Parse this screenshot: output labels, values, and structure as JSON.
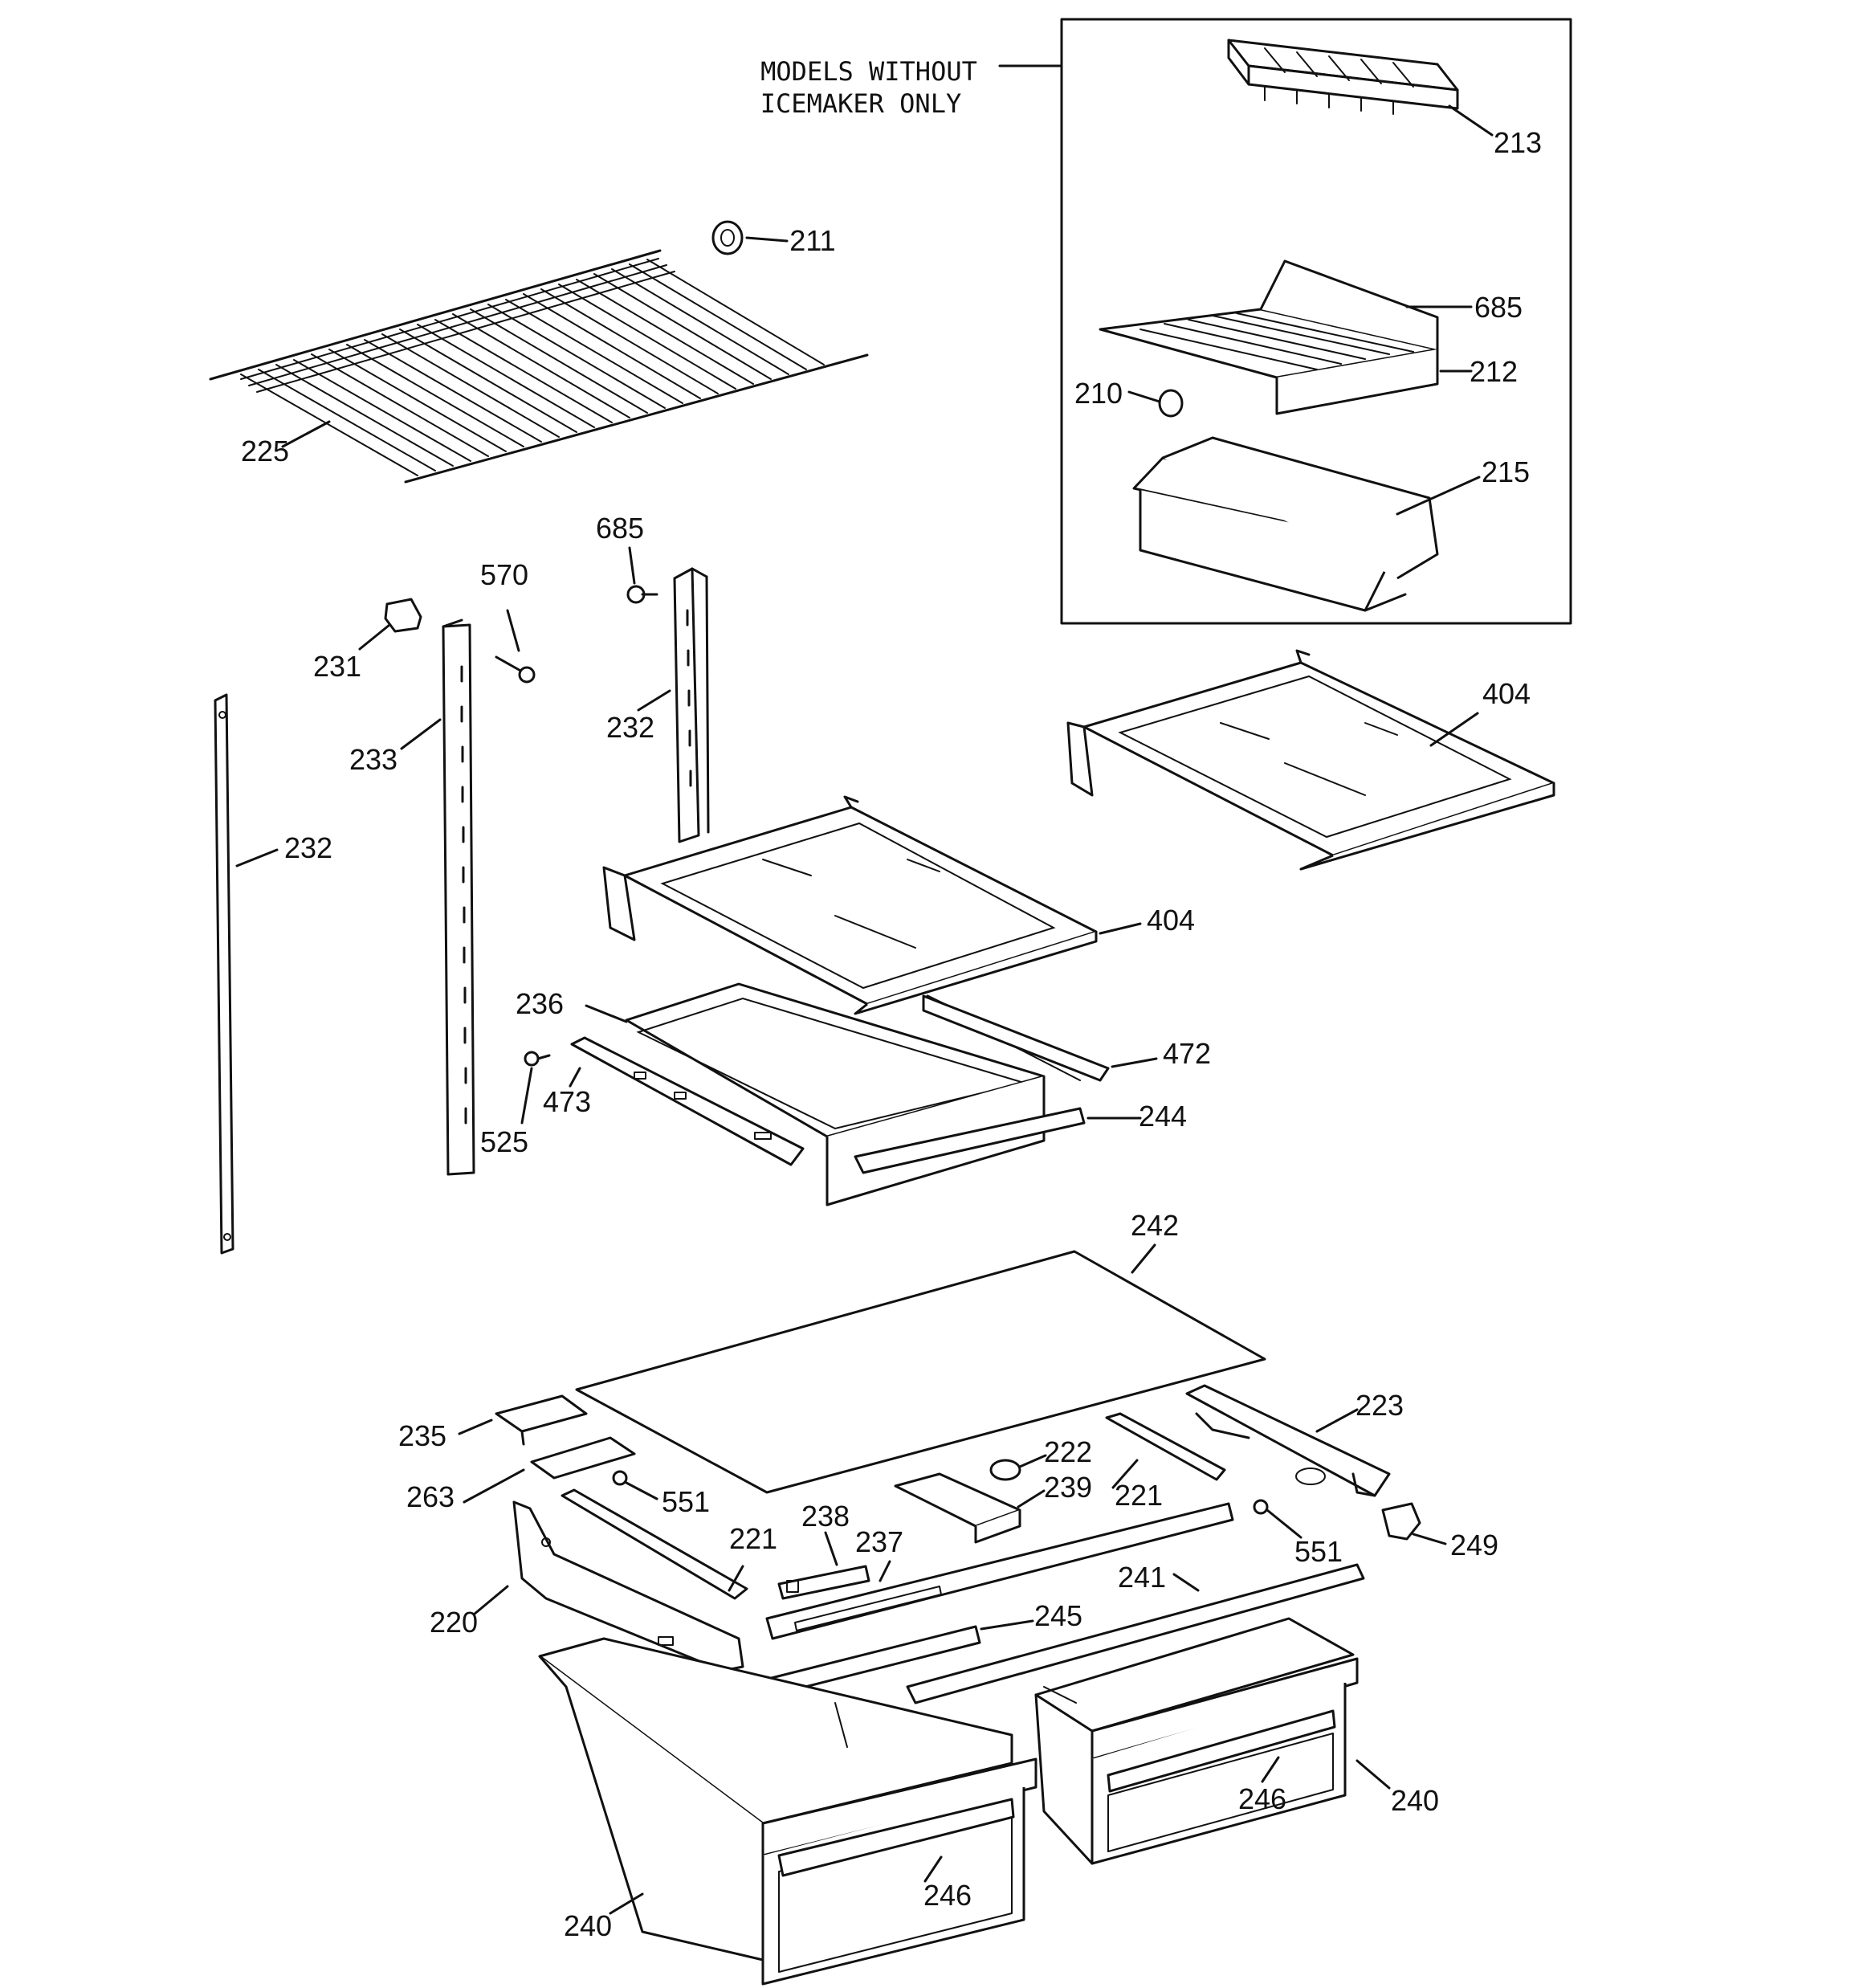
{
  "notes": {
    "inset_line1": "MODELS WITHOUT",
    "inset_line2": "ICEMAKER ONLY"
  },
  "labels": {
    "p211": "211",
    "p213": "213",
    "p685a": "685",
    "p212": "212",
    "p210": "210",
    "p215": "215",
    "p225": "225",
    "p685b": "685",
    "p570": "570",
    "p231": "231",
    "p233": "233",
    "p232a": "232",
    "p232b": "232",
    "p404a": "404",
    "p404b": "404",
    "p236": "236",
    "p472": "472",
    "p473": "473",
    "p525": "525",
    "p244": "244",
    "p242": "242",
    "p235": "235",
    "p223": "223",
    "p222": "222",
    "p263": "263",
    "p239": "239",
    "p221a": "221",
    "p551a": "551",
    "p551b": "551",
    "p249": "249",
    "p238": "238",
    "p237": "237",
    "p221b": "221",
    "p220": "220",
    "p241": "241",
    "p245": "245",
    "p246a": "246",
    "p246b": "246",
    "p240a": "240",
    "p240b": "240"
  }
}
